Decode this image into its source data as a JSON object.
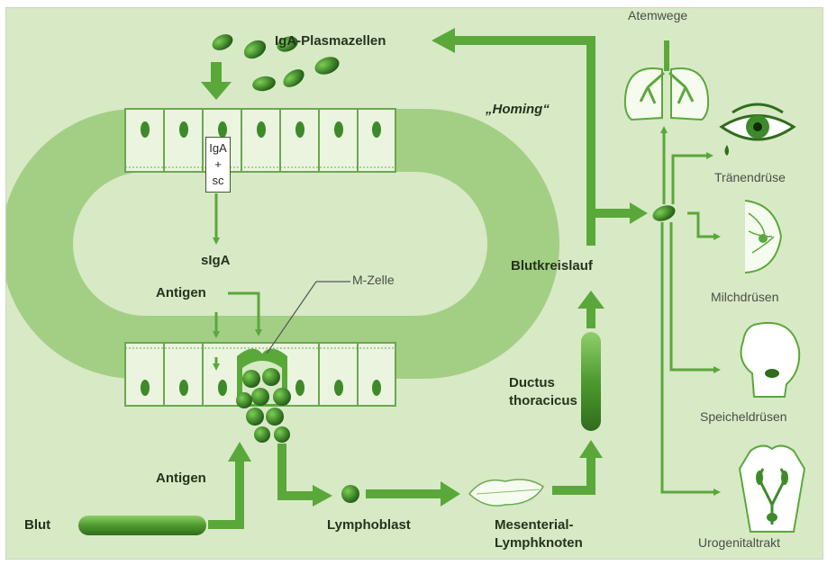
{
  "labels": {
    "iga_plasmazellen": "IgA-Plasmazellen",
    "homing": "„Homing“",
    "atemwege": "Atemwege",
    "traenendruese": "Tränendrüse",
    "milchdruesen": "Milchdrüsen",
    "speicheldruesen": "Speicheldrüsen",
    "urogenitaltrakt": "Urogenitaltrakt",
    "blutkreislauf": "Blutkreislauf",
    "ductus_thoracicus_1": "Ductus",
    "ductus_thoracicus_2": "thoracicus",
    "mesenterial_1": "Mesenterial-",
    "mesenterial_2": "Lymphknoten",
    "lymphoblast": "Lymphoblast",
    "blut": "Blut",
    "antigen_top": "Antigen",
    "antigen_bottom": "Antigen",
    "m_zelle": "M-Zelle",
    "siga": "sIgA",
    "box_line1": "IgA",
    "box_line2": "+",
    "box_line3": "sc"
  },
  "colors": {
    "background": "#d8e9c6",
    "arrow": "#5aa83a",
    "arrow_dark": "#3f7f28",
    "tissue": "#a3cf84",
    "cell_fill": "#eaf4df",
    "nucleus": "#3e8a2a"
  },
  "icons": [
    "lungs-icon",
    "eye-icon",
    "breast-icon",
    "head-icon",
    "torso-icon",
    "lymph-node-icon",
    "vessel-icon"
  ]
}
